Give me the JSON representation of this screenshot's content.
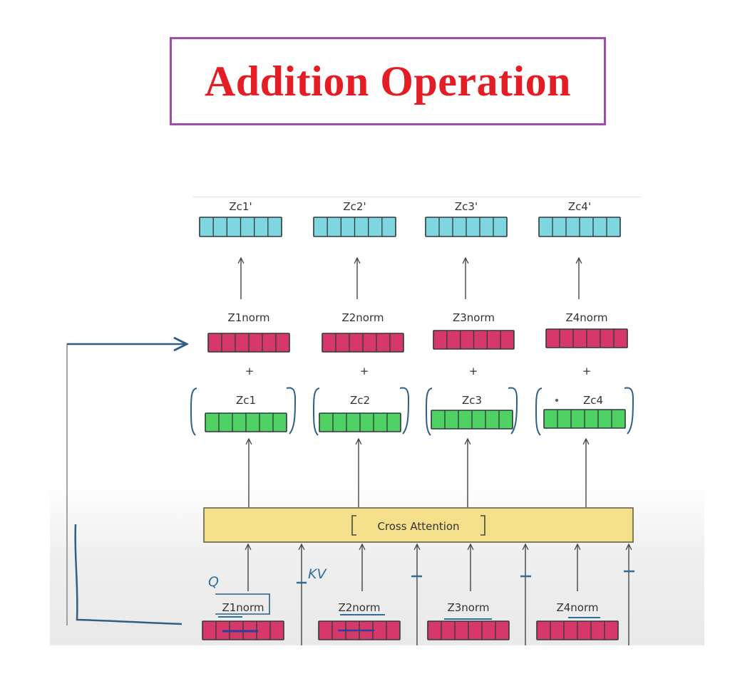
{
  "title": "Addition Operation",
  "colors": {
    "title_text": "#e31d24",
    "title_border": "#9b4fa8",
    "output_vector": "#7ed7e0",
    "norm_vector": "#d6386a",
    "attention_vector": "#4fd164",
    "cross_attention_block": "#f4e08a",
    "annotation_ink": "#2e6f9a"
  },
  "diagram": {
    "output_row": {
      "labels": [
        "Zc1'",
        "Zc2'",
        "Zc3'",
        "Zc4'"
      ],
      "cells_per_vector": 6
    },
    "norm_row": {
      "labels": [
        "Z1norm",
        "Z2norm",
        "Z3norm",
        "Z4norm"
      ],
      "cells_per_vector": 6
    },
    "plus_symbol": "+",
    "attention_row": {
      "labels": [
        "Zc1",
        "Zc2",
        "Zc3",
        "Zc4"
      ],
      "cells_per_vector": 6
    },
    "cross_attention": {
      "label": "Cross Attention"
    },
    "input_row": {
      "labels": [
        "Z1norm",
        "Z2norm",
        "Z3norm",
        "Z4norm"
      ],
      "cells_per_vector": 6
    },
    "annotations": {
      "query": "Q",
      "key_value": "KV"
    }
  }
}
